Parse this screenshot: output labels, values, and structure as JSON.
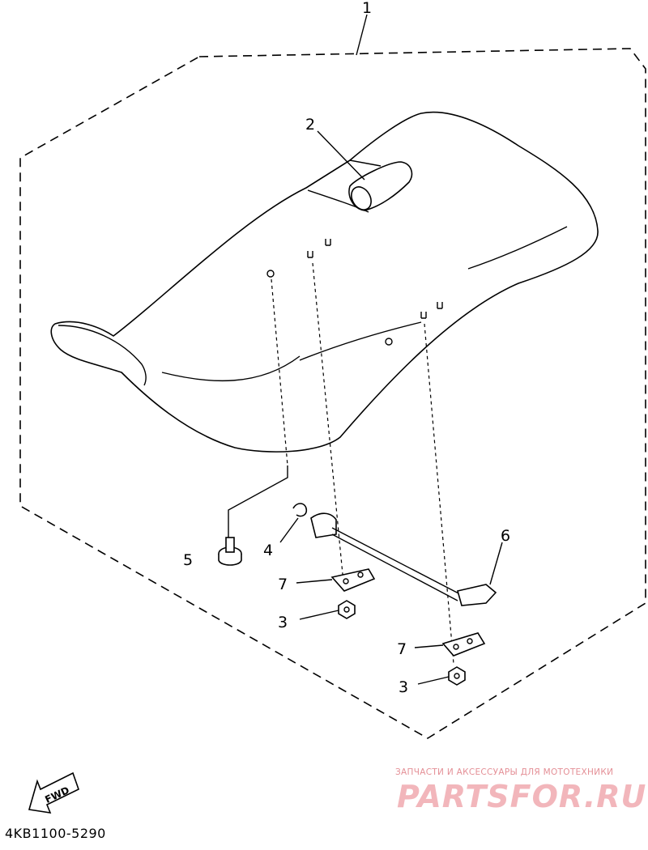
{
  "callouts": {
    "p1": "1",
    "p2": "2",
    "p3a": "3",
    "p3b": "3",
    "p4": "4",
    "p5": "5",
    "p6": "6",
    "p7a": "7",
    "p7b": "7"
  },
  "fwd_label": "FWD",
  "part_code": "4KB1100-5290",
  "watermark": {
    "tagline": "ЗАПЧАСТИ И АКСЕССУАРЫ ДЛЯ МОТОТЕХНИКИ",
    "logo": "PARTSFOR.RU"
  }
}
